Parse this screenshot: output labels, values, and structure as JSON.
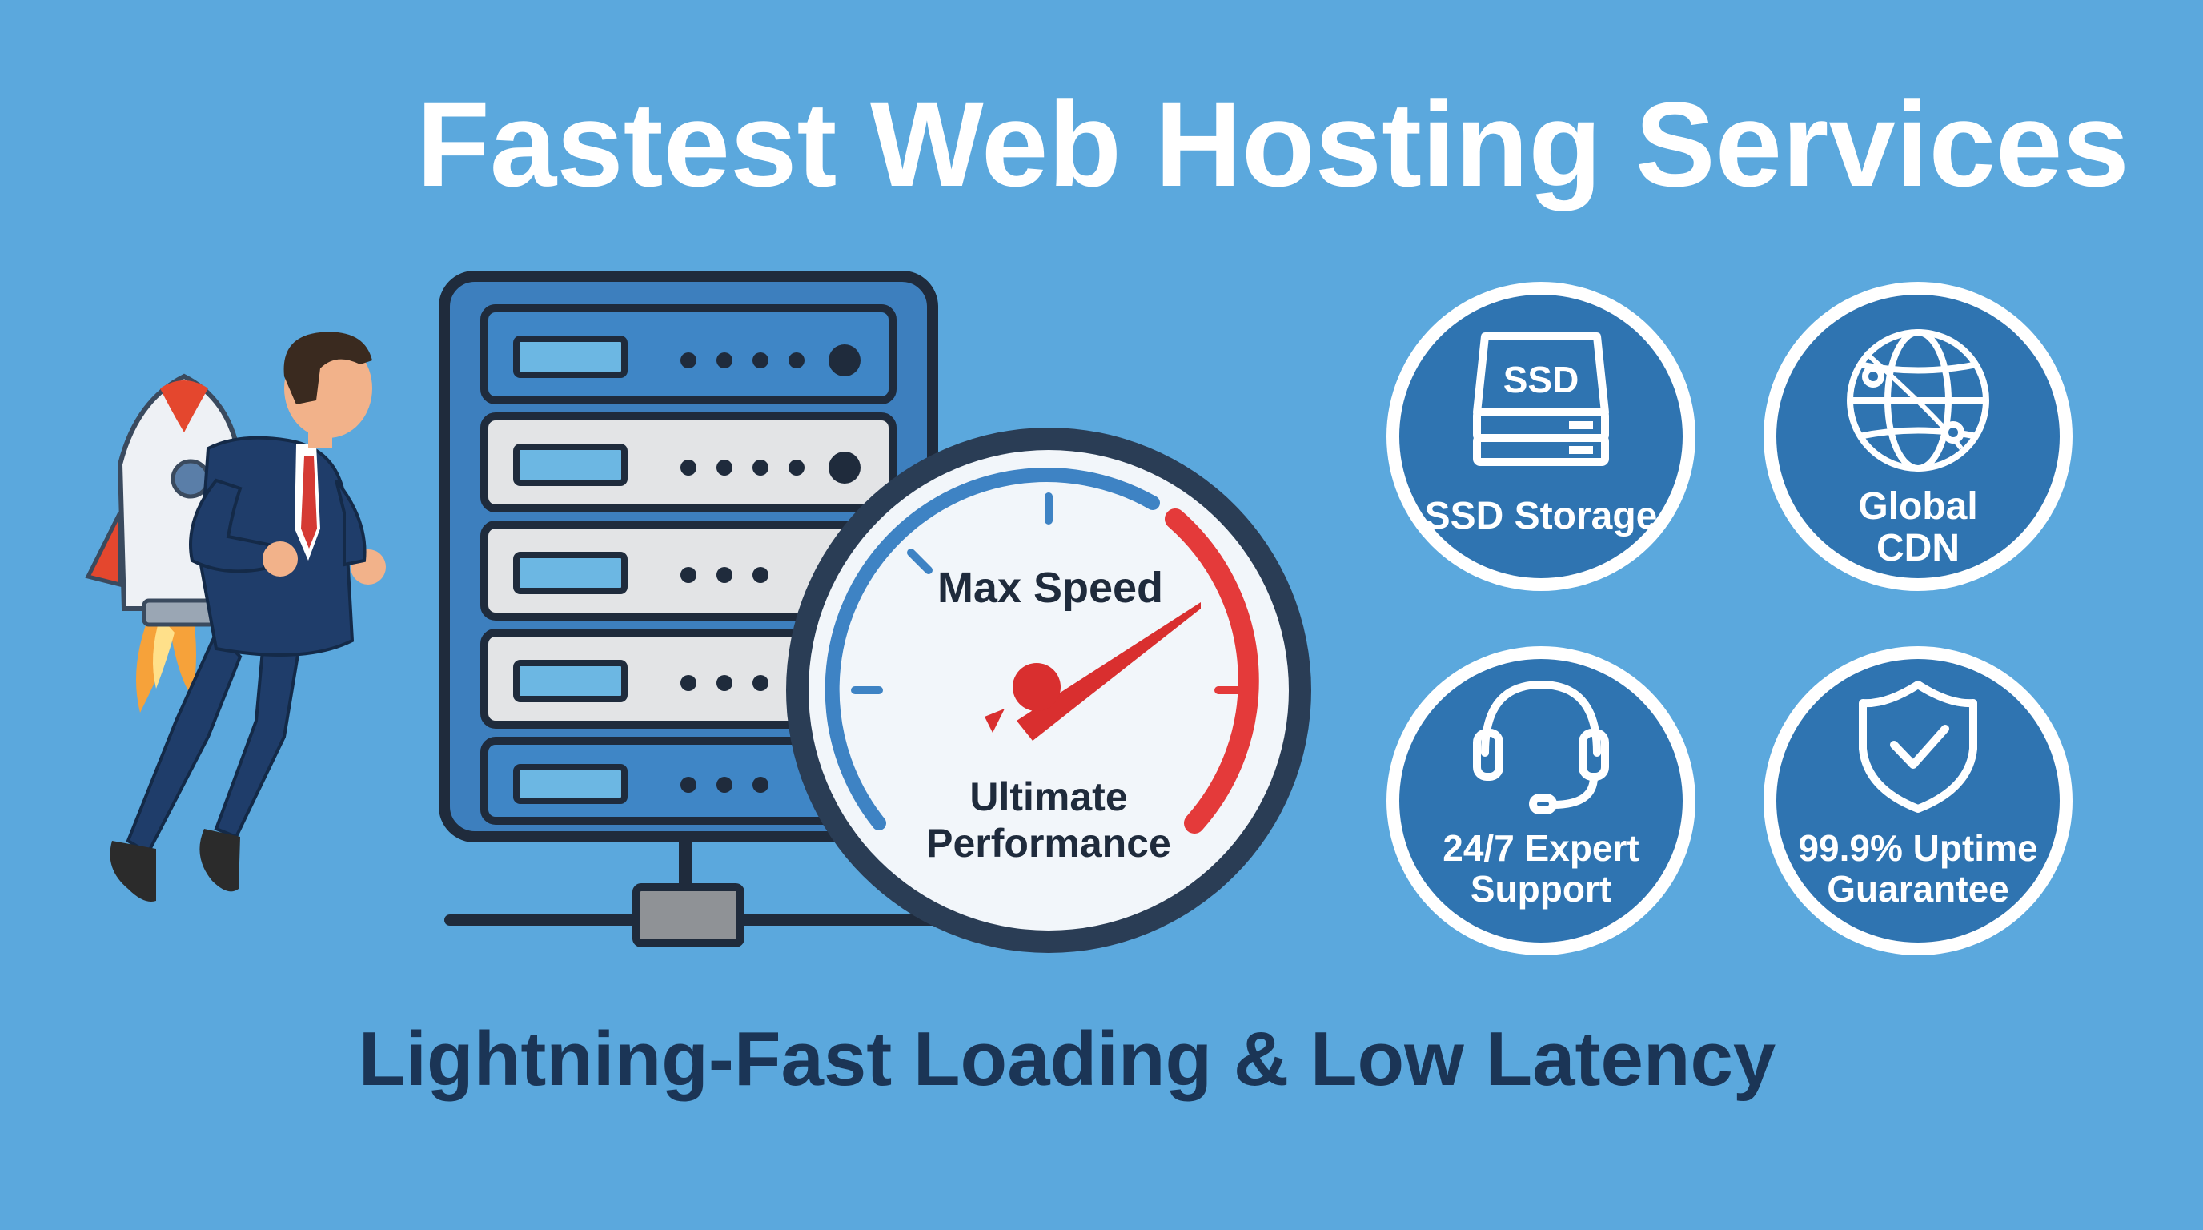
{
  "title": "Fastest Web Hosting Services",
  "tagline": "Lightning-Fast Loading & Low Latency",
  "gauge": {
    "label_top": "Max Speed",
    "label_bottom_line1": "Ultimate",
    "label_bottom_line2": "Performance"
  },
  "features": [
    {
      "icon": "ssd-drive-icon",
      "icon_text": "SSD",
      "line1": "SSD Storage",
      "line2": ""
    },
    {
      "icon": "globe-network-icon",
      "icon_text": "",
      "line1": "Global",
      "line2": "CDN"
    },
    {
      "icon": "headset-icon",
      "icon_text": "",
      "line1": "24/7 Expert",
      "line2": "Support"
    },
    {
      "icon": "shield-check-icon",
      "icon_text": "",
      "line1": "99.9% Uptime",
      "line2": "Guarantee"
    }
  ],
  "colors": {
    "background": "#5ba8dd",
    "title": "#ffffff",
    "tagline": "#1b3556",
    "server_frame": "#3d7fbe",
    "server_outline": "#1f2b3c",
    "gauge_ring": "#2a3d55",
    "gauge_face": "#f2f6fa",
    "gauge_blue": "#3e83c4",
    "gauge_red": "#e43a3a",
    "feature_circle": "#2f74b1",
    "feature_ring": "#ffffff",
    "suit": "#1f3d6a",
    "rocket_red": "#e4472e"
  }
}
